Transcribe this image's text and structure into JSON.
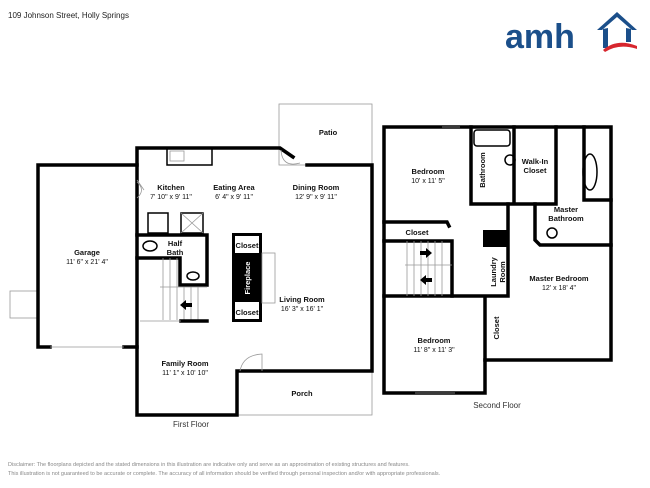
{
  "header": {
    "address": "109 Johnson Street, Holly Springs",
    "logo_text": "amh"
  },
  "colors": {
    "brand_blue": "#1b4f8a",
    "brand_red": "#d7262e",
    "wall": "#000000"
  },
  "first_floor": {
    "caption": "First Floor",
    "rooms": {
      "patio": {
        "name": "Patio"
      },
      "kitchen": {
        "name": "Kitchen",
        "dims": "7' 10\" x 9' 11\""
      },
      "eating": {
        "name": "Eating Area",
        "dims": "6' 4\" x 9' 11\""
      },
      "dining": {
        "name": "Dining Room",
        "dims": "12' 9\" x 9' 11\""
      },
      "garage": {
        "name": "Garage",
        "dims": "11' 6\" x 21' 4\""
      },
      "half_bath": {
        "name1": "Half",
        "name2": "Bath"
      },
      "closet_top": {
        "name": "Closet"
      },
      "fireplace": {
        "name": "Fireplace"
      },
      "closet_bottom": {
        "name": "Closet"
      },
      "living": {
        "name": "Living Room",
        "dims": "16' 3\" x 16' 1\""
      },
      "family": {
        "name": "Family Room",
        "dims": "11' 1\" x 10' 10\""
      },
      "porch": {
        "name": "Porch"
      }
    }
  },
  "second_floor": {
    "caption": "Second Floor",
    "rooms": {
      "bedroom1": {
        "name": "Bedroom",
        "dims": "10' x 11' 5\""
      },
      "bathroom": {
        "name": "Bathroom"
      },
      "walkin": {
        "name1": "Walk-In",
        "name2": "Closet"
      },
      "master_bath": {
        "name1": "Master",
        "name2": "Bathroom"
      },
      "closet": {
        "name": "Closet"
      },
      "laundry": {
        "name1": "Laundry",
        "name2": "Room"
      },
      "master_bed": {
        "name": "Master Bedroom",
        "dims": "12' x 18' 4\""
      },
      "closet2": {
        "name": "Closet"
      },
      "bedroom2": {
        "name": "Bedroom",
        "dims": "11' 8\" x 11' 3\""
      }
    }
  },
  "disclaimer": {
    "line1": "Disclaimer: The floorplans depicted and the stated dimensions in this illustration are indicative only and serve as an approximation of existing structures and features.",
    "line2": "This illustration is not guaranteed to be accurate or complete. The accuracy of all information should be verified through personal inspection and/or with appropriate professionals."
  }
}
